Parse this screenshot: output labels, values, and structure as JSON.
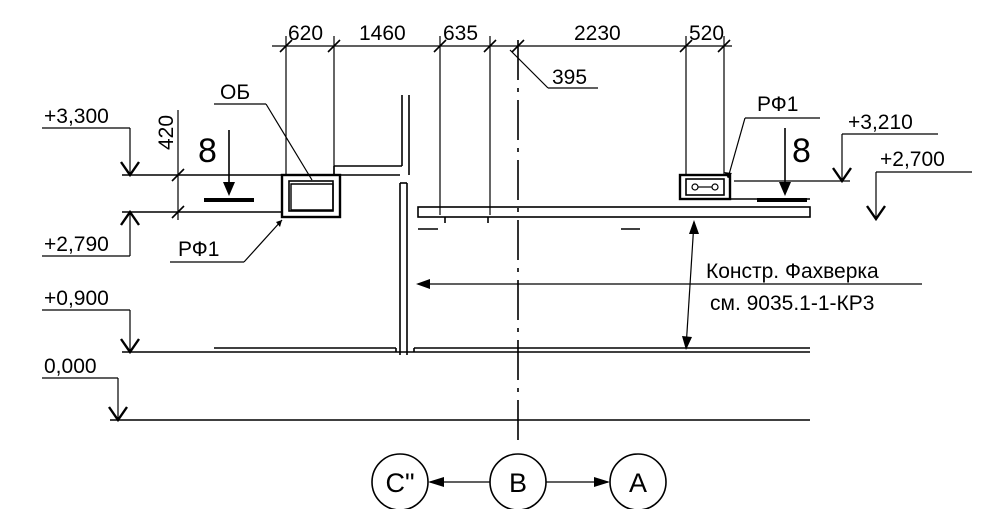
{
  "dimensions": {
    "top_chain": [
      "620",
      "1460",
      "635",
      "2230",
      "520"
    ],
    "leader_395": "395",
    "vertical_420": "420"
  },
  "elevations": {
    "left_top": "+3,300",
    "left_lower": "+2,790",
    "right_top": "+3,210",
    "right_lower": "+2,700",
    "floor_upper": "+0,900",
    "floor_zero": "0,000"
  },
  "labels": {
    "ob": "ОБ",
    "rf1_left": "РФ1",
    "rf1_right": "РФ1",
    "number_left": "8",
    "number_right": "8",
    "note_line1": "Констр. Фахверка",
    "note_line2": "см. 9035.1-1-КР3"
  },
  "axes": {
    "left": "С\"",
    "center": "В",
    "right": "А"
  }
}
